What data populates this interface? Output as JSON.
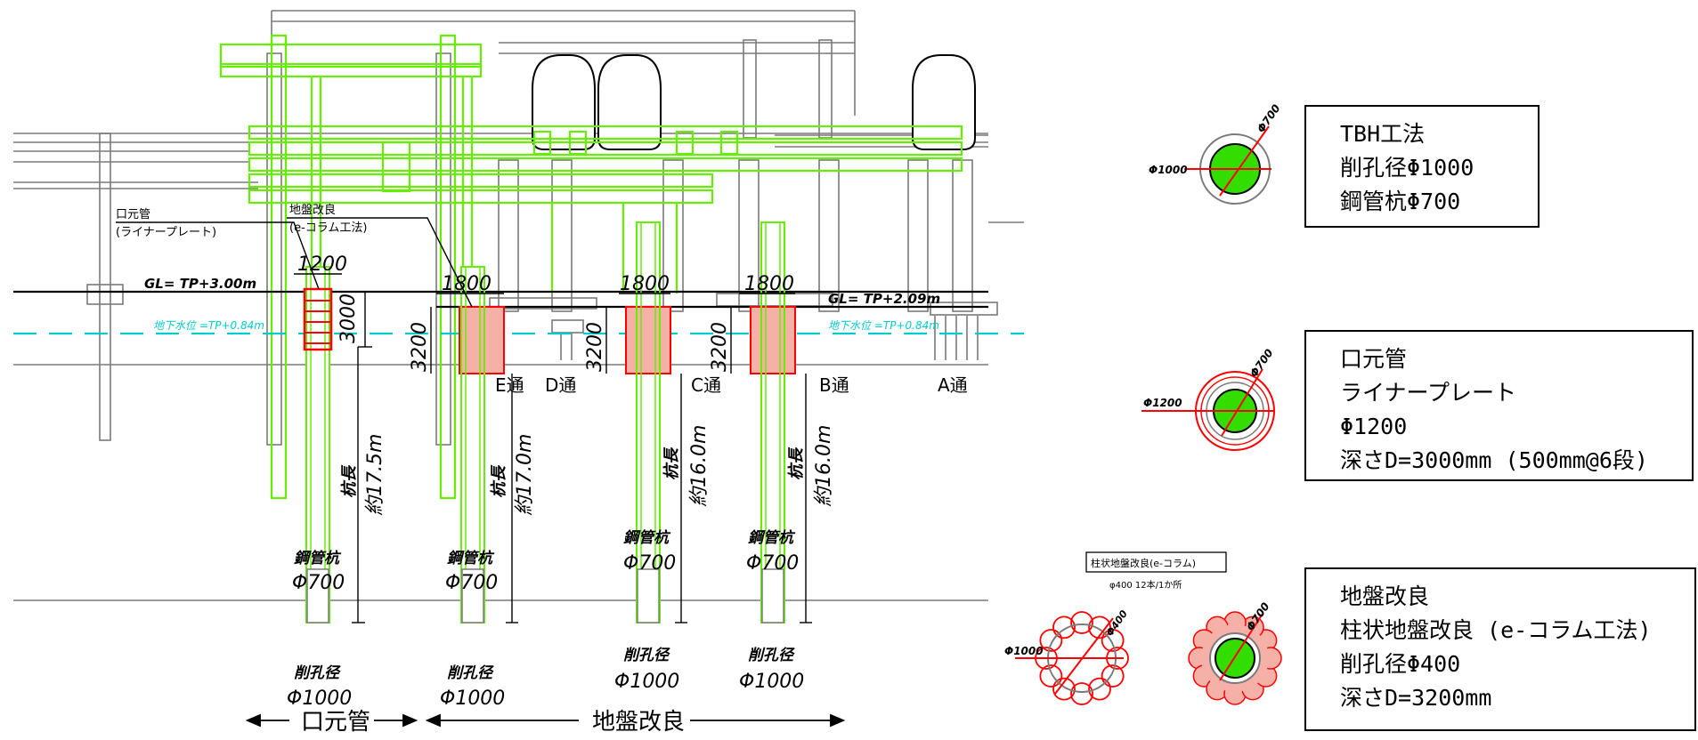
{
  "left_labels": {
    "kuchimoto": "口元管",
    "liner": "(ライナープレート)",
    "jiban": "地盤改良",
    "ecolumn": "(e-コラム工法)"
  },
  "levels": {
    "gl_left": "GL= TP+3.00m",
    "gl_right": "GL= TP+2.09m",
    "groundwater": "地下水位 =TP+0.84m",
    "groundwater_right": "地下水位 =TP+0.84m"
  },
  "dims": {
    "d1200": "1200",
    "d3000": "3000",
    "d1800a": "1800",
    "d1800b": "1800",
    "d1800c": "1800",
    "d3200a": "3200",
    "d3200b": "3200",
    "d3200c": "3200"
  },
  "axes": {
    "E": "E通",
    "D": "D通",
    "C": "C通",
    "B": "B通",
    "A": "A通"
  },
  "piles": [
    {
      "kui_label": "杭長",
      "length": "約17.5m",
      "koukan": "鋼管杭",
      "phi700": "Φ700",
      "sakukou": "削孔径",
      "phi1000": "Φ1000"
    },
    {
      "kui_label": "杭長",
      "length": "約17.0m",
      "koukan": "鋼管杭",
      "phi700": "Φ700",
      "sakukou": "削孔径",
      "phi1000": "Φ1000"
    },
    {
      "kui_label": "杭長",
      "length": "約16.0m",
      "koukan": "鋼管杭",
      "phi700": "Φ700",
      "sakukou": "削孔径",
      "phi1000": "Φ1000"
    },
    {
      "kui_label": "杭長",
      "length": "約16.0m",
      "koukan": "鋼管杭",
      "phi700": "Φ700",
      "sakukou": "削孔径",
      "phi1000": "Φ1000"
    }
  ],
  "bottom": {
    "kuchimoto": "口元管",
    "jiban": "地盤改良"
  },
  "details": {
    "tbh": {
      "outer": "Φ1000",
      "inner": "Φ700"
    },
    "liner": {
      "outer": "Φ1200",
      "inner": "Φ700"
    },
    "column_title": "柱状地盤改良(e-コラム)",
    "column_sub": "φ400 12本/1か所",
    "column_outer": "Φ1000",
    "column_small": "Φ400",
    "column_inner": "Φ700"
  },
  "legend": {
    "tbh": [
      "TBH工法",
      "削孔径Φ1000",
      "鋼管杭Φ700"
    ],
    "liner": [
      "口元管",
      "ライナープレート",
      "Φ1200",
      "深さD=3000mm (500mm@6段)"
    ],
    "jiban": [
      "地盤改良",
      "柱状地盤改良 (e-コラム工法)",
      "削孔径Φ400",
      "深さD=3200mm"
    ]
  },
  "colors": {
    "green": "#66ee00",
    "red": "#ff0000",
    "cyan": "#00cccc",
    "pink": "#f5b0a8",
    "gray": "#7a7a7a"
  }
}
